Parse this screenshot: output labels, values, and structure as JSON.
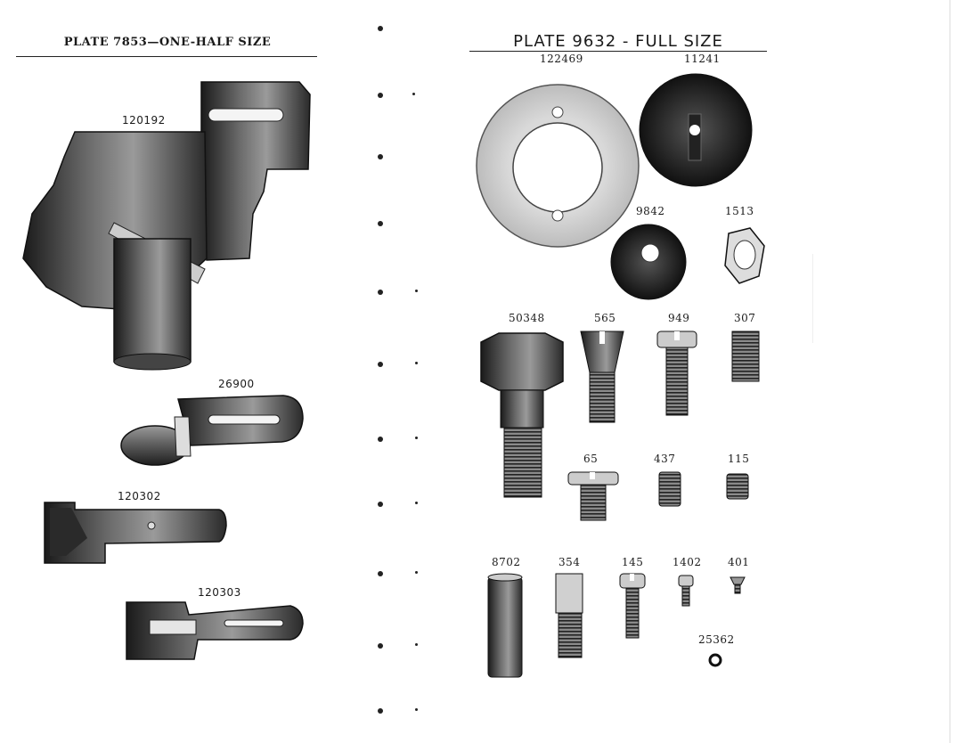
{
  "left_plate": {
    "title": "PLATE 7853—ONE-HALF SIZE",
    "parts": [
      {
        "number": "120192"
      },
      {
        "number": "26900"
      },
      {
        "number": "120302"
      },
      {
        "number": "120303"
      }
    ]
  },
  "right_plate": {
    "title": "PLATE 9632 - FULL SIZE",
    "parts": [
      {
        "number": "122469"
      },
      {
        "number": "11241"
      },
      {
        "number": "9842"
      },
      {
        "number": "1513"
      },
      {
        "number": "50348"
      },
      {
        "number": "565"
      },
      {
        "number": "949"
      },
      {
        "number": "307"
      },
      {
        "number": "65"
      },
      {
        "number": "437"
      },
      {
        "number": "115"
      },
      {
        "number": "8702"
      },
      {
        "number": "354"
      },
      {
        "number": "145"
      },
      {
        "number": "1402"
      },
      {
        "number": "401"
      },
      {
        "number": "25362"
      }
    ]
  }
}
